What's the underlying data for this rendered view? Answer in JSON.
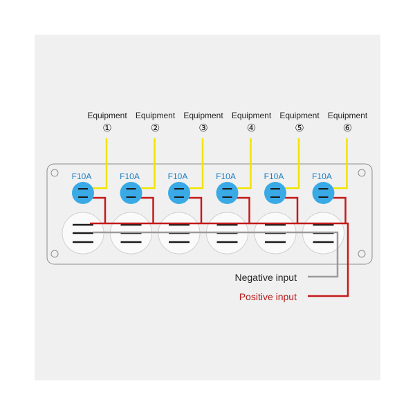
{
  "colors": {
    "background": "#f0f0f0",
    "panel_stroke": "#8c8c8c",
    "equipment_wire": "#f2e400",
    "positive_wire": "#c41a1a",
    "negative_wire": "#9a9a9a",
    "fuse_fill": "#3aaae6",
    "label_blue": "#1c7fc4",
    "negative_label": "#222222",
    "positive_label": "#b51a1a"
  },
  "equipment": [
    {
      "label": "Equipment",
      "number": "①",
      "fuse": "F10A"
    },
    {
      "label": "Equipment",
      "number": "②",
      "fuse": "F10A"
    },
    {
      "label": "Equipment",
      "number": "③",
      "fuse": "F10A"
    },
    {
      "label": "Equipment",
      "number": "④",
      "fuse": "F10A"
    },
    {
      "label": "Equipment",
      "number": "⑤",
      "fuse": "F10A"
    },
    {
      "label": "Equipment",
      "number": "⑥",
      "fuse": "F10A"
    }
  ],
  "inputs": {
    "negative": "Negative input",
    "positive": "Positive input"
  }
}
